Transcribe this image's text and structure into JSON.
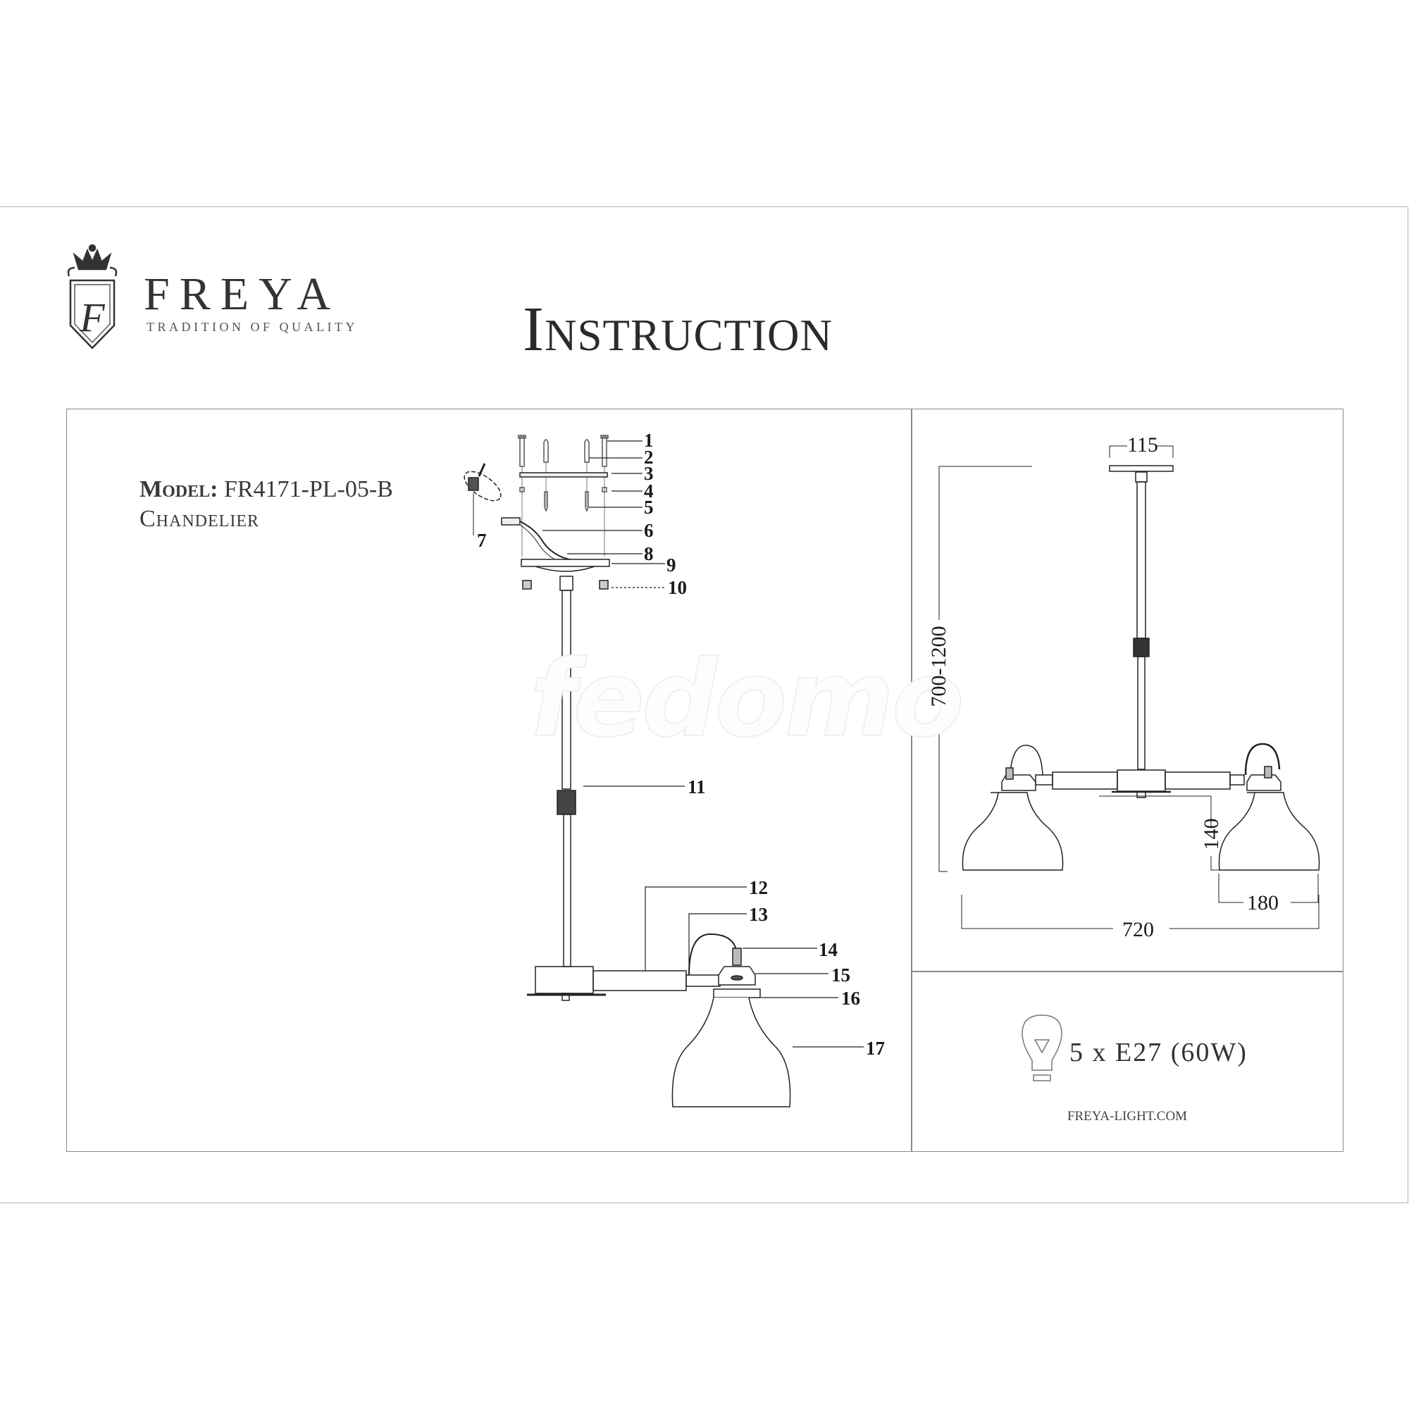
{
  "header": {
    "brand": "FREYA",
    "tagline": "TRADITION OF QUALITY",
    "logo_monogram": "F",
    "title": "Instruction"
  },
  "product": {
    "model_label": "Model:",
    "model_number": "FR4171-PL-05-B",
    "type": "Chandelier"
  },
  "watermark": "fedomo",
  "parts_diagram": {
    "labels": [
      "1",
      "2",
      "3",
      "4",
      "5",
      "6",
      "7",
      "8",
      "9",
      "10",
      "11",
      "12",
      "13",
      "14",
      "15",
      "16",
      "17"
    ]
  },
  "dimensions": {
    "canopy_width": "115",
    "height_range": "700-1200",
    "shade_height": "140",
    "shade_width": "180",
    "total_width": "720"
  },
  "specs": {
    "bulb_icon": "light-bulb-icon",
    "bulbs": "5 x E27 (60W)",
    "website": "FREYA-LIGHT.COM"
  }
}
